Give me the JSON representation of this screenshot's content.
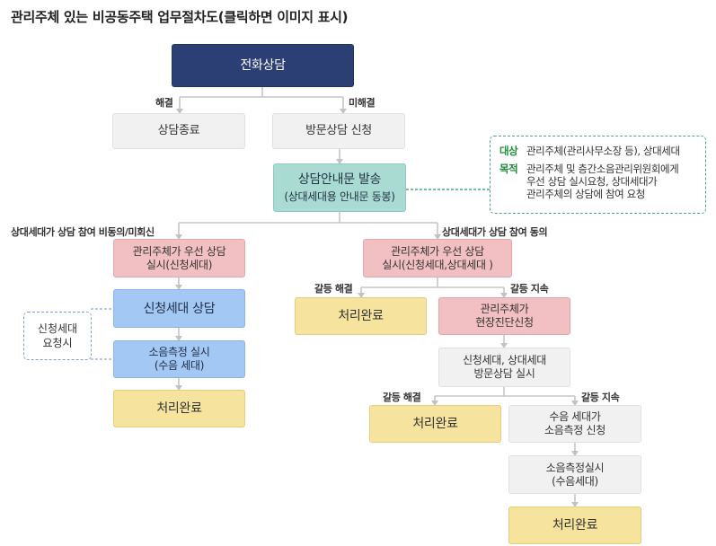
{
  "title": "관리주체 있는 비공동주택 업무절차도(클릭하면 이미지 표시)",
  "nodes": {
    "phone_consult": "전화상담",
    "consult_end": "상담종료",
    "visit_request": "방문상담 신청",
    "notice_line1": "상담안내문 발송",
    "notice_line2": "(상대세대용 안내문 동봉)",
    "left_mgmt_line1": "관리주체가 우선 상담",
    "left_mgmt_line2": "실시(신청세대)",
    "applicant_consult": "신청세대 상담",
    "noise_measure_line1": "소음측정 실시",
    "noise_measure_line2": "(수음 세대)",
    "left_done": "처리완료",
    "right_mgmt_line1": "관리주체가 우선 상담",
    "right_mgmt_line2": "실시(신청세대,상대세대 )",
    "mid_done": "처리완료",
    "onsite_line1": "관리주체가",
    "onsite_line2": "현장진단신청",
    "both_visit_line1": "신청세대, 상대세대",
    "both_visit_line2": "방문상담 실시",
    "done3": "처리완료",
    "recv_apply_line1": "수음 세대가",
    "recv_apply_line2": "소음측정 신청",
    "recv_measure_line1": "소음측정실시",
    "recv_measure_line2": "(수음세대)",
    "done4": "처리완료"
  },
  "labels": {
    "resolved": "해결",
    "unresolved": "미해결",
    "left_branch": "상대세대가 상담 참여 비동의/미회신",
    "right_branch": "상대세대가 상담 참여 동의",
    "conflict_resolved_1": "갈등 해결",
    "conflict_continue_1": "갈등 지속",
    "conflict_resolved_2": "갈등 해결",
    "conflict_continue_2": "갈등 지속"
  },
  "side_request": {
    "line1": "신청세대",
    "line2": "요청시"
  },
  "info": {
    "target_key": "대상",
    "target_val": "관리주체(관리사무소장 등), 상대세대",
    "purpose_key": "목적",
    "purpose_line1": "관리주체 및 층간소음관리위원회에게",
    "purpose_line2": "우선 상담 실시요청, 상대세대가",
    "purpose_line3": "관리주체의 상담에 참여 요청"
  },
  "colors": {
    "navy": "#2b3f74",
    "teal": "#a9dbd3",
    "pink": "#f2c0c2",
    "blue": "#a4c8f4",
    "yellow": "#f6e39e",
    "gray": "#f1f1f1",
    "key_green": "#1f8c3a",
    "connector": "#c2c2c2"
  }
}
